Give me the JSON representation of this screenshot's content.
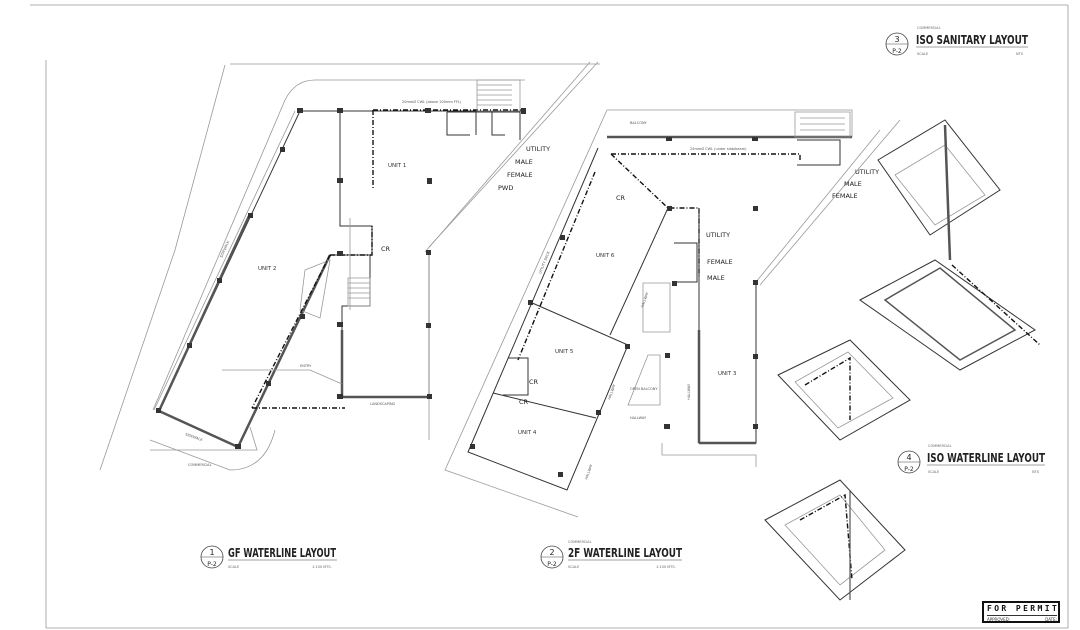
{
  "sheet": {
    "drawings": [
      {
        "number": "1",
        "sheet": "P-2",
        "title": "GF WATERLINE LAYOUT",
        "subtitle": "",
        "scale_label": "SCALE",
        "scale": "1:100 MTS."
      },
      {
        "number": "2",
        "sheet": "P-2",
        "title": "2F WATERLINE LAYOUT",
        "subtitle": "COMMERCIAL",
        "scale_label": "SCALE",
        "scale": "1:100 MTS."
      },
      {
        "number": "3",
        "sheet": "P-2",
        "title": "ISO SANITARY LAYOUT",
        "subtitle": "COMMERCIAL",
        "scale_label": "SCALE",
        "scale": "NTS"
      },
      {
        "number": "4",
        "sheet": "P-2",
        "title": "ISO WATERLINE LAYOUT",
        "subtitle": "COMMERCIAL",
        "scale_label": "SCALE",
        "scale": "NTS"
      }
    ],
    "stamp": {
      "title": "FOR PERMIT",
      "approved": "APPROVED:",
      "date": "DATE:"
    }
  },
  "gf_plan": {
    "unit1": "UNIT 1",
    "unit2": "UNIT 2",
    "utility": "UTILITY",
    "male": "MALE",
    "female": "FEMALE",
    "pwd": "PWD",
    "cr": "CR",
    "entry": "ENTRY",
    "landscaping": "LANDSCAPING",
    "sidewalk": "SIDEWALK",
    "sidewalk2": "SIDEWALK",
    "commercial": "COMMERCIAL",
    "pipe_note": "20mmØ CWL (above 200mm FFL)"
  },
  "f2_plan": {
    "balcony": "BALCONY",
    "unit3": "UNIT 3",
    "unit4": "UNIT 4",
    "unit5": "UNIT 5",
    "unit6": "UNIT 6",
    "utility": "UTILITY",
    "male": "MALE",
    "female": "FEMALE",
    "cr": "CR",
    "cr2": "CR",
    "cr3": "CR",
    "hallway": "HALLWAY",
    "hallway2": "HALLWAY",
    "hallway3": "HALLWAY",
    "hallway4": "HALLWAY",
    "hallway5": "HALLWAY",
    "open_balcony": "OPEN BALCONY",
    "utility_deck": "UTILITY DECK",
    "pipe_note": "25mmØ CWL (under slab/beam)"
  },
  "iso_sanitary": {
    "utility": "UTILITY",
    "male": "MALE",
    "female": "FEMALE"
  }
}
